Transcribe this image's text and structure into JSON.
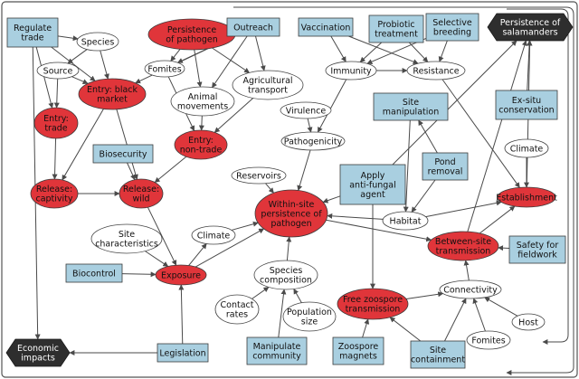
{
  "nodes": [
    {
      "id": "regulate_trade",
      "name": "node-regulate-trade",
      "shape": "box",
      "lines": [
        "Regulate",
        "trade"
      ]
    },
    {
      "id": "species",
      "name": "node-species",
      "shape": "ellipse",
      "lines": [
        "Species"
      ]
    },
    {
      "id": "persistence_pathogen",
      "name": "node-persistence-of-pathogen",
      "shape": "red",
      "lines": [
        "Persistence",
        "of pathogen"
      ]
    },
    {
      "id": "outreach",
      "name": "node-outreach",
      "shape": "box",
      "lines": [
        "Outreach"
      ]
    },
    {
      "id": "vaccination",
      "name": "node-vaccination",
      "shape": "box",
      "lines": [
        "Vaccination"
      ]
    },
    {
      "id": "probiotic",
      "name": "node-probiotic-treatment",
      "shape": "box",
      "lines": [
        "Probiotic",
        "treatment"
      ]
    },
    {
      "id": "selective_breeding",
      "name": "node-selective-breeding",
      "shape": "box",
      "lines": [
        "Selective",
        "breeding"
      ]
    },
    {
      "id": "persistence_salamanders",
      "name": "node-persistence-of-salamanders",
      "shape": "dark",
      "lines": [
        "Persistence of",
        "salamanders"
      ]
    },
    {
      "id": "source",
      "name": "node-source",
      "shape": "ellipse",
      "lines": [
        "Source"
      ]
    },
    {
      "id": "fomites_top",
      "name": "node-fomites-top",
      "shape": "ellipse",
      "lines": [
        "Fomites"
      ]
    },
    {
      "id": "immunity",
      "name": "node-immunity",
      "shape": "ellipse",
      "lines": [
        "Immunity"
      ]
    },
    {
      "id": "resistance",
      "name": "node-resistance",
      "shape": "ellipse",
      "lines": [
        "Resistance"
      ]
    },
    {
      "id": "agricultural_transport",
      "name": "node-agricultural-transport",
      "shape": "ellipse",
      "lines": [
        "Agricultural",
        "transport"
      ]
    },
    {
      "id": "entry_black_market",
      "name": "node-entry-black-market",
      "shape": "red",
      "lines": [
        "Entry: black",
        "market"
      ]
    },
    {
      "id": "animal_movements",
      "name": "node-animal-movements",
      "shape": "ellipse",
      "lines": [
        "Animal",
        "movements"
      ]
    },
    {
      "id": "ex_situ",
      "name": "node-ex-situ-conservation",
      "shape": "box",
      "lines": [
        "Ex-situ",
        "conservation"
      ]
    },
    {
      "id": "entry_trade",
      "name": "node-entry-trade",
      "shape": "red",
      "lines": [
        "Entry:",
        "trade"
      ]
    },
    {
      "id": "virulence",
      "name": "node-virulence",
      "shape": "ellipse",
      "lines": [
        "Virulence"
      ]
    },
    {
      "id": "site_manipulation",
      "name": "node-site-manipulation",
      "shape": "box",
      "lines": [
        "Site",
        "manipulation"
      ]
    },
    {
      "id": "entry_non_trade",
      "name": "node-entry-non-trade",
      "shape": "red",
      "lines": [
        "Entry:",
        "non-trade"
      ]
    },
    {
      "id": "pathogenicity",
      "name": "node-pathogenicity",
      "shape": "ellipse",
      "lines": [
        "Pathogenicity"
      ]
    },
    {
      "id": "climate_right",
      "name": "node-climate-right",
      "shape": "ellipse",
      "lines": [
        "Climate"
      ]
    },
    {
      "id": "biosecurity",
      "name": "node-biosecurity",
      "shape": "box",
      "lines": [
        "Biosecurity"
      ]
    },
    {
      "id": "pond_removal",
      "name": "node-pond-removal",
      "shape": "box",
      "lines": [
        "Pond",
        "removal"
      ]
    },
    {
      "id": "reservoirs",
      "name": "node-reservoirs",
      "shape": "ellipse",
      "lines": [
        "Reservoirs"
      ]
    },
    {
      "id": "apply_antifungal",
      "name": "node-apply-anti-fungal-agent",
      "shape": "box",
      "lines": [
        "Apply",
        "anti-fungal",
        "agent"
      ]
    },
    {
      "id": "release_captivity",
      "name": "node-release-captivity",
      "shape": "red",
      "lines": [
        "Release:",
        "captivity"
      ]
    },
    {
      "id": "release_wild",
      "name": "node-release-wild",
      "shape": "red",
      "lines": [
        "Release:",
        "wild"
      ]
    },
    {
      "id": "within_site",
      "name": "node-within-site-persistence-of-pathogen",
      "shape": "red",
      "lines": [
        "Within-site",
        "persistence of",
        "pathogen"
      ]
    },
    {
      "id": "establishment",
      "name": "node-establishment",
      "shape": "red",
      "lines": [
        "Establishment"
      ]
    },
    {
      "id": "habitat",
      "name": "node-habitat",
      "shape": "ellipse",
      "lines": [
        "Habitat"
      ]
    },
    {
      "id": "site_characteristics",
      "name": "node-site-characteristics",
      "shape": "ellipse",
      "lines": [
        "Site",
        "characteristics"
      ]
    },
    {
      "id": "climate_mid",
      "name": "node-climate-middle",
      "shape": "ellipse",
      "lines": [
        "Climate"
      ]
    },
    {
      "id": "between_site",
      "name": "node-between-site-transmission",
      "shape": "red",
      "lines": [
        "Between-site",
        "transmission"
      ]
    },
    {
      "id": "safety_fieldwork",
      "name": "node-safety-for-fieldwork",
      "shape": "box",
      "lines": [
        "Safety for",
        "fieldwork"
      ]
    },
    {
      "id": "biocontrol",
      "name": "node-biocontrol",
      "shape": "box",
      "lines": [
        "Biocontrol"
      ]
    },
    {
      "id": "exposure",
      "name": "node-exposure",
      "shape": "red",
      "lines": [
        "Exposure"
      ]
    },
    {
      "id": "species_composition",
      "name": "node-species-composition",
      "shape": "ellipse",
      "lines": [
        "Species",
        "composition"
      ]
    },
    {
      "id": "connectivity",
      "name": "node-connectivity",
      "shape": "ellipse",
      "lines": [
        "Connectivity"
      ]
    },
    {
      "id": "free_zoospore",
      "name": "node-free-zoospore-transmission",
      "shape": "red",
      "lines": [
        "Free zoospore",
        "transmission"
      ]
    },
    {
      "id": "contact_rates",
      "name": "node-contact-rates",
      "shape": "ellipse",
      "lines": [
        "Contact",
        "rates"
      ]
    },
    {
      "id": "population_size",
      "name": "node-population-size",
      "shape": "ellipse",
      "lines": [
        "Population",
        "size"
      ]
    },
    {
      "id": "host",
      "name": "node-host",
      "shape": "ellipse",
      "lines": [
        "Host"
      ]
    },
    {
      "id": "fomites_bottom",
      "name": "node-fomites-bottom",
      "shape": "ellipse",
      "lines": [
        "Fomites"
      ]
    },
    {
      "id": "economic_impacts",
      "name": "node-economic-impacts",
      "shape": "dark",
      "lines": [
        "Economic",
        "impacts"
      ]
    },
    {
      "id": "legislation",
      "name": "node-legislation",
      "shape": "box",
      "lines": [
        "Legislation"
      ]
    },
    {
      "id": "manipulate_community",
      "name": "node-manipulate-community",
      "shape": "box",
      "lines": [
        "Manipulate",
        "community"
      ]
    },
    {
      "id": "zoospore_magnets",
      "name": "node-zoospore-magnets",
      "shape": "box",
      "lines": [
        "Zoospore",
        "magnets"
      ]
    },
    {
      "id": "site_containment",
      "name": "node-site-containment",
      "shape": "box",
      "lines": [
        "Site",
        "containment"
      ]
    }
  ],
  "edges": [
    [
      "regulate_trade",
      "species"
    ],
    [
      "regulate_trade",
      "entry_trade"
    ],
    [
      "regulate_trade",
      "entry_black_market"
    ],
    [
      "regulate_trade",
      "economic_impacts"
    ],
    [
      "species",
      "source"
    ],
    [
      "species",
      "entry_black_market"
    ],
    [
      "source",
      "entry_trade"
    ],
    [
      "source",
      "entry_black_market"
    ],
    [
      "persistence_pathogen",
      "fomites_top"
    ],
    [
      "persistence_pathogen",
      "animal_movements"
    ],
    [
      "persistence_pathogen",
      "agricultural_transport"
    ],
    [
      "outreach",
      "entry_black_market"
    ],
    [
      "outreach",
      "fomites_top"
    ],
    [
      "outreach",
      "animal_movements"
    ],
    [
      "outreach",
      "agricultural_transport"
    ],
    [
      "fomites_top",
      "entry_non_trade"
    ],
    [
      "animal_movements",
      "entry_non_trade"
    ],
    [
      "agricultural_transport",
      "entry_non_trade"
    ],
    [
      "entry_trade",
      "release_captivity"
    ],
    [
      "entry_black_market",
      "release_wild"
    ],
    [
      "entry_black_market",
      "release_captivity"
    ],
    [
      "entry_non_trade",
      "release_wild"
    ],
    [
      "biosecurity",
      "release_wild"
    ],
    [
      "release_captivity",
      "release_wild"
    ],
    [
      "release_wild",
      "exposure"
    ],
    [
      "site_characteristics",
      "exposure"
    ],
    [
      "biocontrol",
      "exposure"
    ],
    [
      "legislation",
      "exposure"
    ],
    [
      "legislation",
      "economic_impacts"
    ],
    [
      "exposure",
      "climate_mid"
    ],
    [
      "climate_mid",
      "within_site"
    ],
    [
      "exposure",
      "within_site"
    ],
    [
      "reservoirs",
      "within_site"
    ],
    [
      "pathogenicity",
      "within_site"
    ],
    [
      "virulence",
      "pathogenicity"
    ],
    [
      "immunity",
      "pathogenicity"
    ],
    [
      "vaccination",
      "immunity"
    ],
    [
      "vaccination",
      "resistance"
    ],
    [
      "probiotic",
      "immunity"
    ],
    [
      "probiotic",
      "resistance"
    ],
    [
      "selective_breeding",
      "immunity"
    ],
    [
      "selective_breeding",
      "resistance"
    ],
    [
      "immunity",
      "resistance"
    ],
    [
      "resistance",
      "establishment"
    ],
    [
      "apply_antifungal",
      "within_site"
    ],
    [
      "apply_antifungal",
      "free_zoospore"
    ],
    [
      "apply_antifungal",
      "persistence_salamanders"
    ],
    [
      "site_manipulation",
      "habitat"
    ],
    [
      "pond_removal",
      "habitat"
    ],
    [
      "pond_removal",
      "site_manipulation"
    ],
    [
      "habitat",
      "within_site"
    ],
    [
      "habitat",
      "establishment"
    ],
    [
      "within_site",
      "between_site"
    ],
    [
      "between_site",
      "establishment"
    ],
    [
      "between_site",
      "persistence_salamanders"
    ],
    [
      "safety_fieldwork",
      "between_site"
    ],
    [
      "climate_right",
      "establishment"
    ],
    [
      "establishment",
      "persistence_salamanders"
    ],
    [
      "ex_situ",
      "persistence_salamanders"
    ],
    [
      "species_composition",
      "within_site"
    ],
    [
      "contact_rates",
      "species_composition"
    ],
    [
      "population_size",
      "species_composition"
    ],
    [
      "manipulate_community",
      "species_composition"
    ],
    [
      "free_zoospore",
      "connectivity"
    ],
    [
      "zoospore_magnets",
      "free_zoospore"
    ],
    [
      "site_containment",
      "free_zoospore"
    ],
    [
      "site_containment",
      "connectivity"
    ],
    [
      "connectivity",
      "between_site"
    ],
    [
      "host",
      "connectivity"
    ],
    [
      "fomites_bottom",
      "connectivity"
    ]
  ]
}
